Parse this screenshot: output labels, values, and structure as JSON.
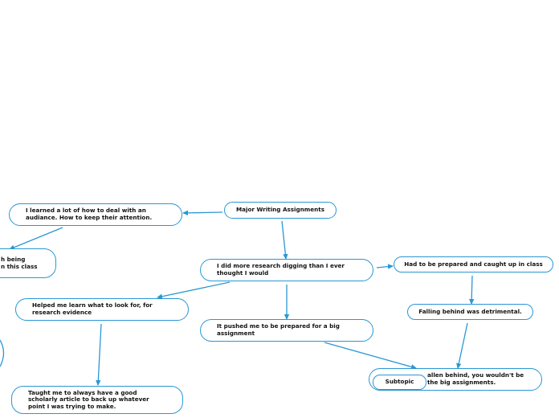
{
  "diagram": {
    "stroke_color": "#2a97d4",
    "nodes": {
      "major": "Major Writing Assignments",
      "learned": "I learned a lot of how to deal with an audiance. How to keep their attention.",
      "being": "h being\nn this class",
      "research": "I did more research digging than I ever thought I would",
      "prepared": "Had to be prepared and caught up in class",
      "helped": "Helped me learn what to look for, for research evidence",
      "pushed": "It pushed me to be prepared for a big assignment",
      "falling": "Falling behind was detrimental.",
      "taught": "Taught me to always have a good scholarly article to back up whatever point I was trying to make.",
      "fallen": "allen behind, you wouldn't be the big assignments.",
      "subtopic": "Subtopic"
    }
  }
}
